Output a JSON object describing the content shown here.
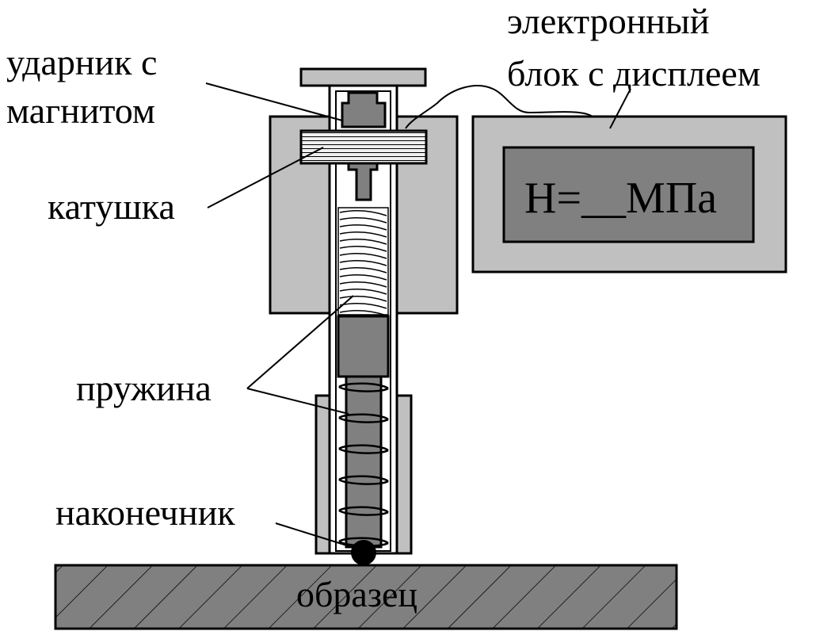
{
  "labels": {
    "striker_line1": "ударник с",
    "striker_line2": "магнитом",
    "coil": "катушка",
    "spring": "пружина",
    "tip": "наконечник",
    "sample": "образец",
    "electronic_line1": "электронный",
    "electronic_line2": "блок с дисплеем"
  },
  "display": {
    "reading": "H=__МПа"
  },
  "colors": {
    "body_light": "#c0c0c0",
    "part_dark": "#808080",
    "coil_fill": "#f0f0f0",
    "ball": "#000000",
    "outline": "#000000",
    "background": "#ffffff"
  }
}
